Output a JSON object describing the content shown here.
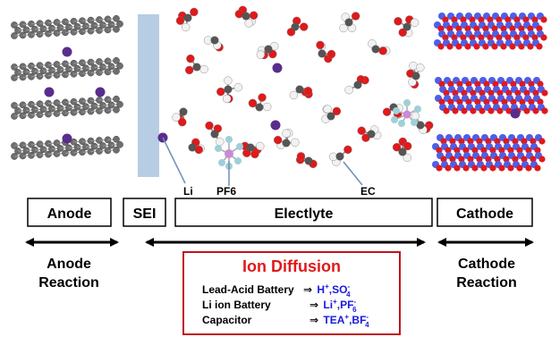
{
  "molecule_labels": {
    "li": "Li",
    "pf6": "PF6",
    "ec": "EC"
  },
  "region_labels": {
    "anode": "Anode",
    "sei": "SEI",
    "electrolyte": "Electlyte",
    "cathode": "Cathode"
  },
  "reaction_labels": {
    "anode_line1": "Anode",
    "anode_line2": "Reaction",
    "cathode_line1": "Cathode",
    "cathode_line2": "Reaction"
  },
  "ion_diffusion": {
    "title": "Ion Diffusion",
    "arrow": "⇒",
    "rows": [
      {
        "label": "Lead-Acid Battery",
        "cation": "H",
        "cation_charge": "+",
        "sep": ",",
        "anion": "SO",
        "anion_sub": "4",
        "anion_charge": "-"
      },
      {
        "label": "Li ion Battery",
        "cation": "Li",
        "cation_charge": "+",
        "sep": ",",
        "anion": "PF",
        "anion_sub": "6",
        "anion_charge": "-"
      },
      {
        "label": "Capacitor",
        "cation": "TEA",
        "cation_charge": "+",
        "sep": ",",
        "anion": "BF",
        "anion_sub": "4",
        "anion_charge": "-"
      }
    ]
  },
  "colors": {
    "graphite": "#6e6e6e",
    "graphite_bond": "#9a9a9a",
    "li_ion": "#5a2d8c",
    "sei_layer": "#b7cde4",
    "oxygen": "#e0191b",
    "carbon": "#555555",
    "hydrogen": "#f2f2f2",
    "fluorine": "#9fd0d8",
    "phosphorus": "#c98ad6",
    "cathode_metal": "#4d5fe6",
    "cathode_oxygen": "#e0191b",
    "ion_title": "#e0191b",
    "ion_formula": "#1a1adb",
    "box_border": "#c0141c"
  }
}
